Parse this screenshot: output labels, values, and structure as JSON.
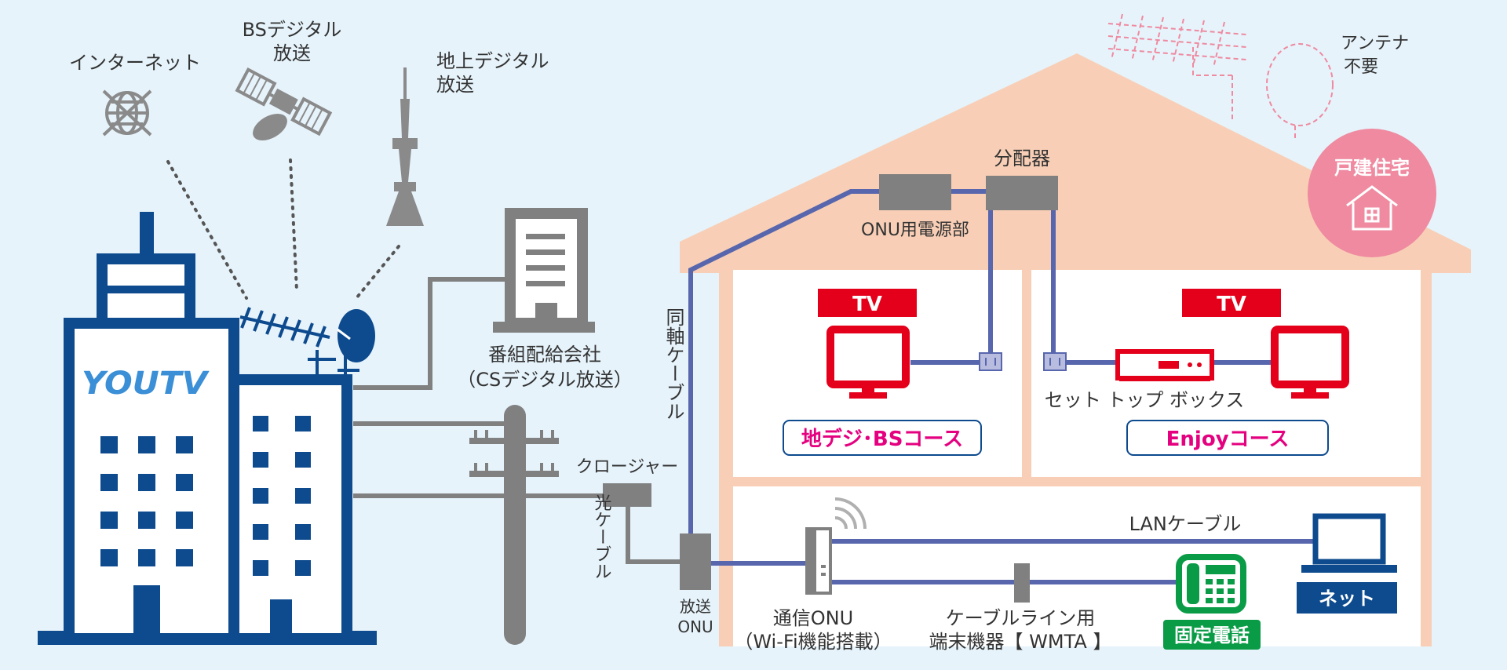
{
  "sources": {
    "internet": "インターネット",
    "bs_line1": "BSデジタル",
    "bs_line2": "放送",
    "terrestrial_line1": "地上デジタル",
    "terrestrial_line2": "放送"
  },
  "station": {
    "logo": "YOUTV"
  },
  "program_distributor": {
    "line1": "番組配給会社",
    "line2": "（CSデジタル放送）"
  },
  "cables": {
    "closure": "クロージャー",
    "fiber": "光ケーブル",
    "coax": "同軸ケーブル",
    "broadcast_onu_line1": "放送",
    "broadcast_onu_line2": "ONU",
    "onu_power": "ONU用電源部",
    "splitter": "分配器",
    "lan_cable": "LANケーブル"
  },
  "antenna_note": {
    "line1": "アンテナ",
    "line2": "不要"
  },
  "house_badge": {
    "label": "戸建住宅"
  },
  "rooms": {
    "left_tv": "TV",
    "right_tv": "TV",
    "stb": "セット トップ ボックス",
    "course_digital_bs": "地デジ･BSコース",
    "course_enjoy": "Enjoyコース"
  },
  "devices": {
    "comm_onu_line1": "通信ONU",
    "comm_onu_line2": "（Wi-Fi機能搭載）",
    "wmta_line1": "ケーブルライン用",
    "wmta_line2": "端末機器【 WMTA 】",
    "fixed_phone": "固定電話",
    "net": "ネット"
  },
  "colors": {
    "background": "#e6f3fb",
    "navy": "#0d4a8e",
    "house": "#f8cfb6",
    "red": "#e4001b",
    "pink": "#e4007f",
    "green": "#0a9b47",
    "cable_blue": "#5866ad",
    "gray": "#808080",
    "badge": "#ef8aa0"
  }
}
